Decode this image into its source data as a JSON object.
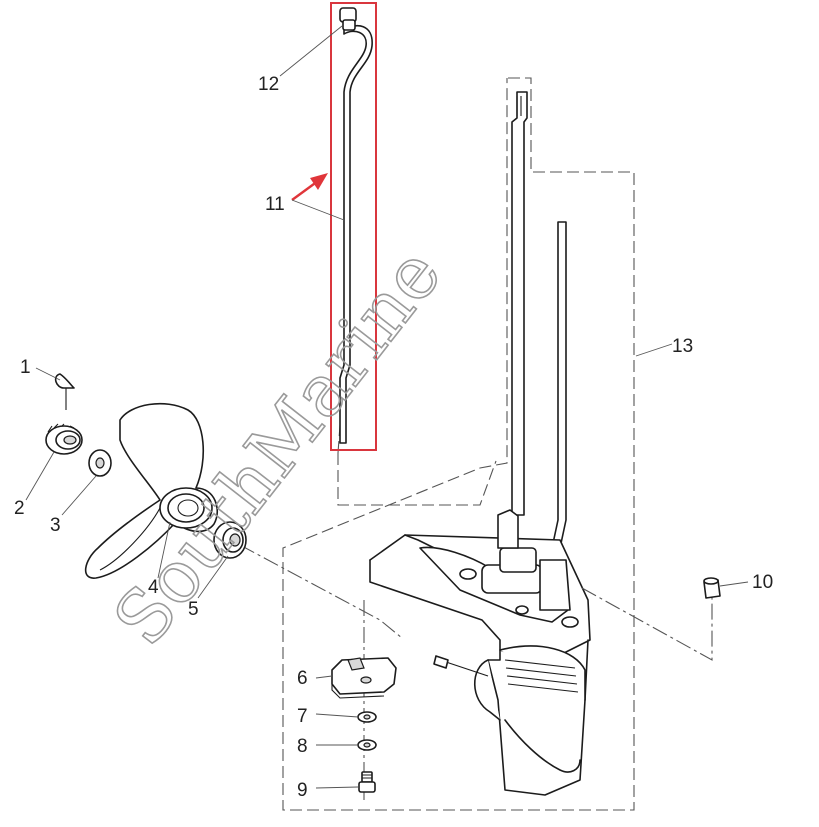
{
  "diagram": {
    "callouts": [
      {
        "id": "1",
        "label": "1"
      },
      {
        "id": "2",
        "label": "2"
      },
      {
        "id": "3",
        "label": "3"
      },
      {
        "id": "4",
        "label": "4"
      },
      {
        "id": "5",
        "label": "5"
      },
      {
        "id": "6",
        "label": "6"
      },
      {
        "id": "7",
        "label": "7"
      },
      {
        "id": "8",
        "label": "8"
      },
      {
        "id": "9",
        "label": "9"
      },
      {
        "id": "10",
        "label": "10"
      },
      {
        "id": "11",
        "label": "11"
      },
      {
        "id": "12",
        "label": "12"
      },
      {
        "id": "13",
        "label": "13"
      }
    ],
    "watermark": "SouthMarine",
    "colors": {
      "highlight_box": "#d9363e",
      "arrow": "#e0353a",
      "line": "#1c1c1c",
      "watermark": "#9a9a9a"
    }
  }
}
